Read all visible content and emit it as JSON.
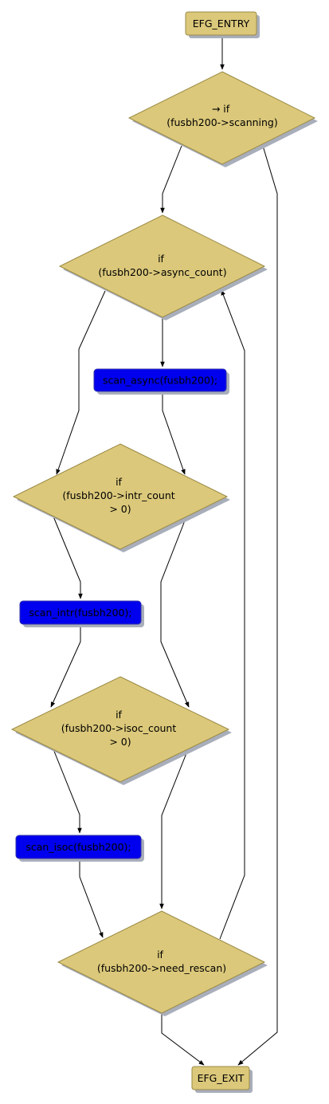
{
  "colors": {
    "decision_fill": "#dbc87a",
    "decision_stroke": "#9a8a45",
    "statement_fill": "#0000ee",
    "shadow": "#a9aebb",
    "edge": "#000000"
  },
  "nodes": {
    "entry": {
      "label": "EFG_ENTRY"
    },
    "exit": {
      "label": "EFG_EXIT"
    },
    "cond_scanning": {
      "lines": [
        "→ if",
        "(fusbh200->scanning)"
      ]
    },
    "cond_async": {
      "lines": [
        "if",
        "(fusbh200->async_count)"
      ]
    },
    "stmt_scan_async": {
      "label": "scan_async(fusbh200);"
    },
    "cond_intr": {
      "lines": [
        "if",
        "(fusbh200->intr_count",
        "> 0)"
      ]
    },
    "stmt_scan_intr": {
      "label": "scan_intr(fusbh200);"
    },
    "cond_isoc": {
      "lines": [
        "if",
        "(fusbh200->isoc_count",
        "> 0)"
      ]
    },
    "stmt_scan_isoc": {
      "label": "scan_isoc(fusbh200);"
    },
    "cond_rescan": {
      "lines": [
        "if",
        "(fusbh200->need_rescan)"
      ]
    }
  }
}
